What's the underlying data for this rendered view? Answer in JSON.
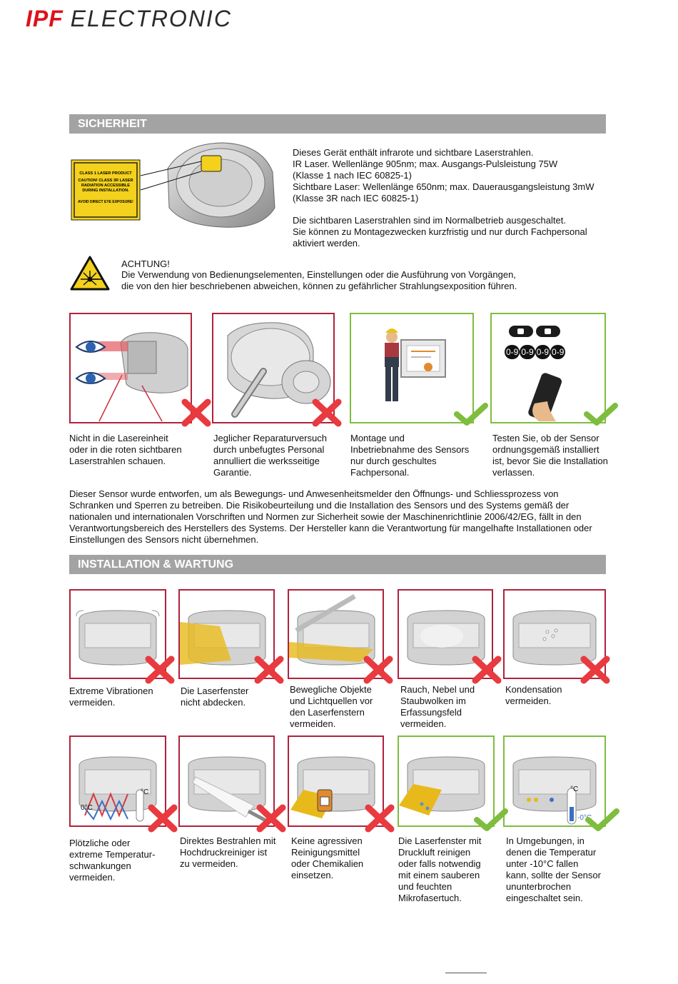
{
  "header": {
    "brand": "IPF",
    "brand_rest": "ELECTRONIC"
  },
  "colors": {
    "brand_red": "#e0101a",
    "forbidden": "#b0223c",
    "allowed": "#7ebd3e",
    "section_bar": "#a3a3a3"
  },
  "safety": {
    "title": "SICHERHEIT",
    "label_lines": [
      "CLASS 1 LASER PRODUCT",
      "CAUTION! CLASS 3R LASER",
      "RADIATION ACCESSIBLE",
      "DURING INSTALLATION.",
      "AVOID DIRECT EYE EXPOSURE!"
    ],
    "laser_info": "Dieses Gerät enthält infrarote und sichtbare Laserstrahlen.\nIR Laser. Wellenlänge 905nm; max. Ausgangs-Pulsleistung 75W\n(Klasse 1 nach IEC 60825-1)\nSichtbare Laser: Wellenlänge 650nm; max. Dauerausgangsleistung 3mW\n(Klasse 3R nach IEC 60825-1)",
    "laser_note": "Die sichtbaren Laserstrahlen sind im Normalbetrieb ausgeschaltet.\nSie können zu Montagezwecken kurzfristig und nur durch Fachpersonal\naktiviert werden.",
    "warning_title": "ACHTUNG!",
    "warning_text": "Die Verwendung von Bedienungselementen, Einstellungen oder die Ausführung von Vorgängen,\ndie von den hier beschriebenen abweichen, können zu gefährlicher Strahlungsexposition führen.",
    "panels": [
      {
        "caption": "Nicht in die Lasereinheit\noder in die roten sichtbaren\nLaserstrahlen schauen.",
        "status": "forbidden"
      },
      {
        "caption": "Jeglicher Reparaturversuch\ndurch unbefugtes Personal\nannulliert die werksseitige\nGarantie.",
        "status": "forbidden"
      },
      {
        "caption": "Montage und\nInbetriebnahme des Sensors\nnur durch geschultes\nFachpersonal.",
        "status": "allowed"
      },
      {
        "caption": "Testen Sie, ob der Sensor\nordnungsgemäß installiert\nist, bevor Sie die Installation\nverlassen.",
        "status": "allowed",
        "codes": [
          "0-9",
          "0-9",
          "0-9",
          "0-9"
        ]
      }
    ],
    "disclaimer": "Dieser Sensor wurde entworfen, um als Bewegungs- und Anwesenheitsmelder den Öffnungs- und Schliessprozess von\nSchranken und Sperren zu betreiben. Die Risikobeurteilung und die Installation des Sensors und des Systems gemäß der\nnationalen und internationalen Vorschriften und Normen zur Sicherheit sowie der Maschinenrichtlinie 2006/42/EG, fällt in den\nVerantwortungsbereich des Herstellers des Systems. Der Hersteller kann die Verantwortung für mangelhafte Installationen oder\nEinstellungen des Sensors nicht übernehmen."
  },
  "installation": {
    "title": "INSTALLATION & WARTUNG",
    "row1": [
      {
        "caption": "Extreme Vibrationen\nvermeiden.",
        "status": "forbidden"
      },
      {
        "caption": "Die Laserfenster\nnicht abdecken.",
        "status": "forbidden"
      },
      {
        "caption": "Bewegliche Objekte\nund Lichtquellen vor\nden Laserfenstern\nvermeiden.",
        "status": "forbidden"
      },
      {
        "caption": "Rauch, Nebel und\nStaubwolken im\nErfassungsfeld\nvermeiden.",
        "status": "forbidden"
      },
      {
        "caption": "Kondensation\nvermeiden.",
        "status": "forbidden"
      }
    ],
    "row2": [
      {
        "caption": "Plötzliche oder\nextreme Temperatur-\nschwankungen\nvermeiden.",
        "status": "forbidden",
        "temp_label": "0°C",
        "unit": "°C"
      },
      {
        "caption": "Direktes Bestrahlen mit\nHochdruckreiniger ist\nzu vermeiden.",
        "status": "forbidden"
      },
      {
        "caption": "Keine agressiven\nReinigungsmittel\noder Chemikalien\neinsetzen.",
        "status": "forbidden"
      },
      {
        "caption": "Die Laserfenster mit\nDruckluft reinigen\noder falls notwendig\nmit einem sauberen\nund feuchten\nMikrofasertuch.",
        "status": "allowed"
      },
      {
        "caption": "In Umgebungen, in\ndenen die Temperatur\nunter -10°C fallen\nkann,  sollte der Sensor\nununterbrochen\neingeschaltet sein.",
        "status": "allowed",
        "temp_label": "-0°C",
        "unit": "°C"
      }
    ]
  }
}
